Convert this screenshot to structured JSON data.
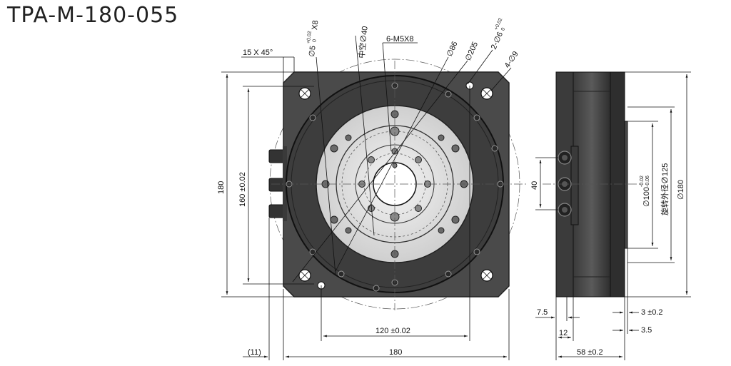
{
  "title": "TPA-M-180-055",
  "front": {
    "chamfer": "15 X 45°",
    "hole_small": "∅5",
    "hole_small_tol_top": "+0.02",
    "hole_small_tol_bot": "0",
    "hole_small_depth": "X8",
    "hollow": "中空∅40",
    "thread": "6-M5X8",
    "bolt_circle": "∅86",
    "outer_circle": "∅205",
    "pin": "2-∅6",
    "pin_tol_top": "+0.02",
    "pin_tol_bot": "0",
    "holes4": "4-∅9",
    "height": "180",
    "height_inner": "160 ±0.02",
    "width_inner": "120 ±0.02",
    "width": "180",
    "offset": "(11)"
  },
  "side": {
    "spacing": "40",
    "dia100": "∅100",
    "dia100_tol_top": "-0.02",
    "dia100_tol_bot": "-0.06",
    "dia125": "旋转外径∅125",
    "dia180": "∅180",
    "step1": "3 ±0.2",
    "step2": "3.5",
    "d75": "7.5",
    "d12": "12",
    "depth": "58 ±0.2"
  }
}
